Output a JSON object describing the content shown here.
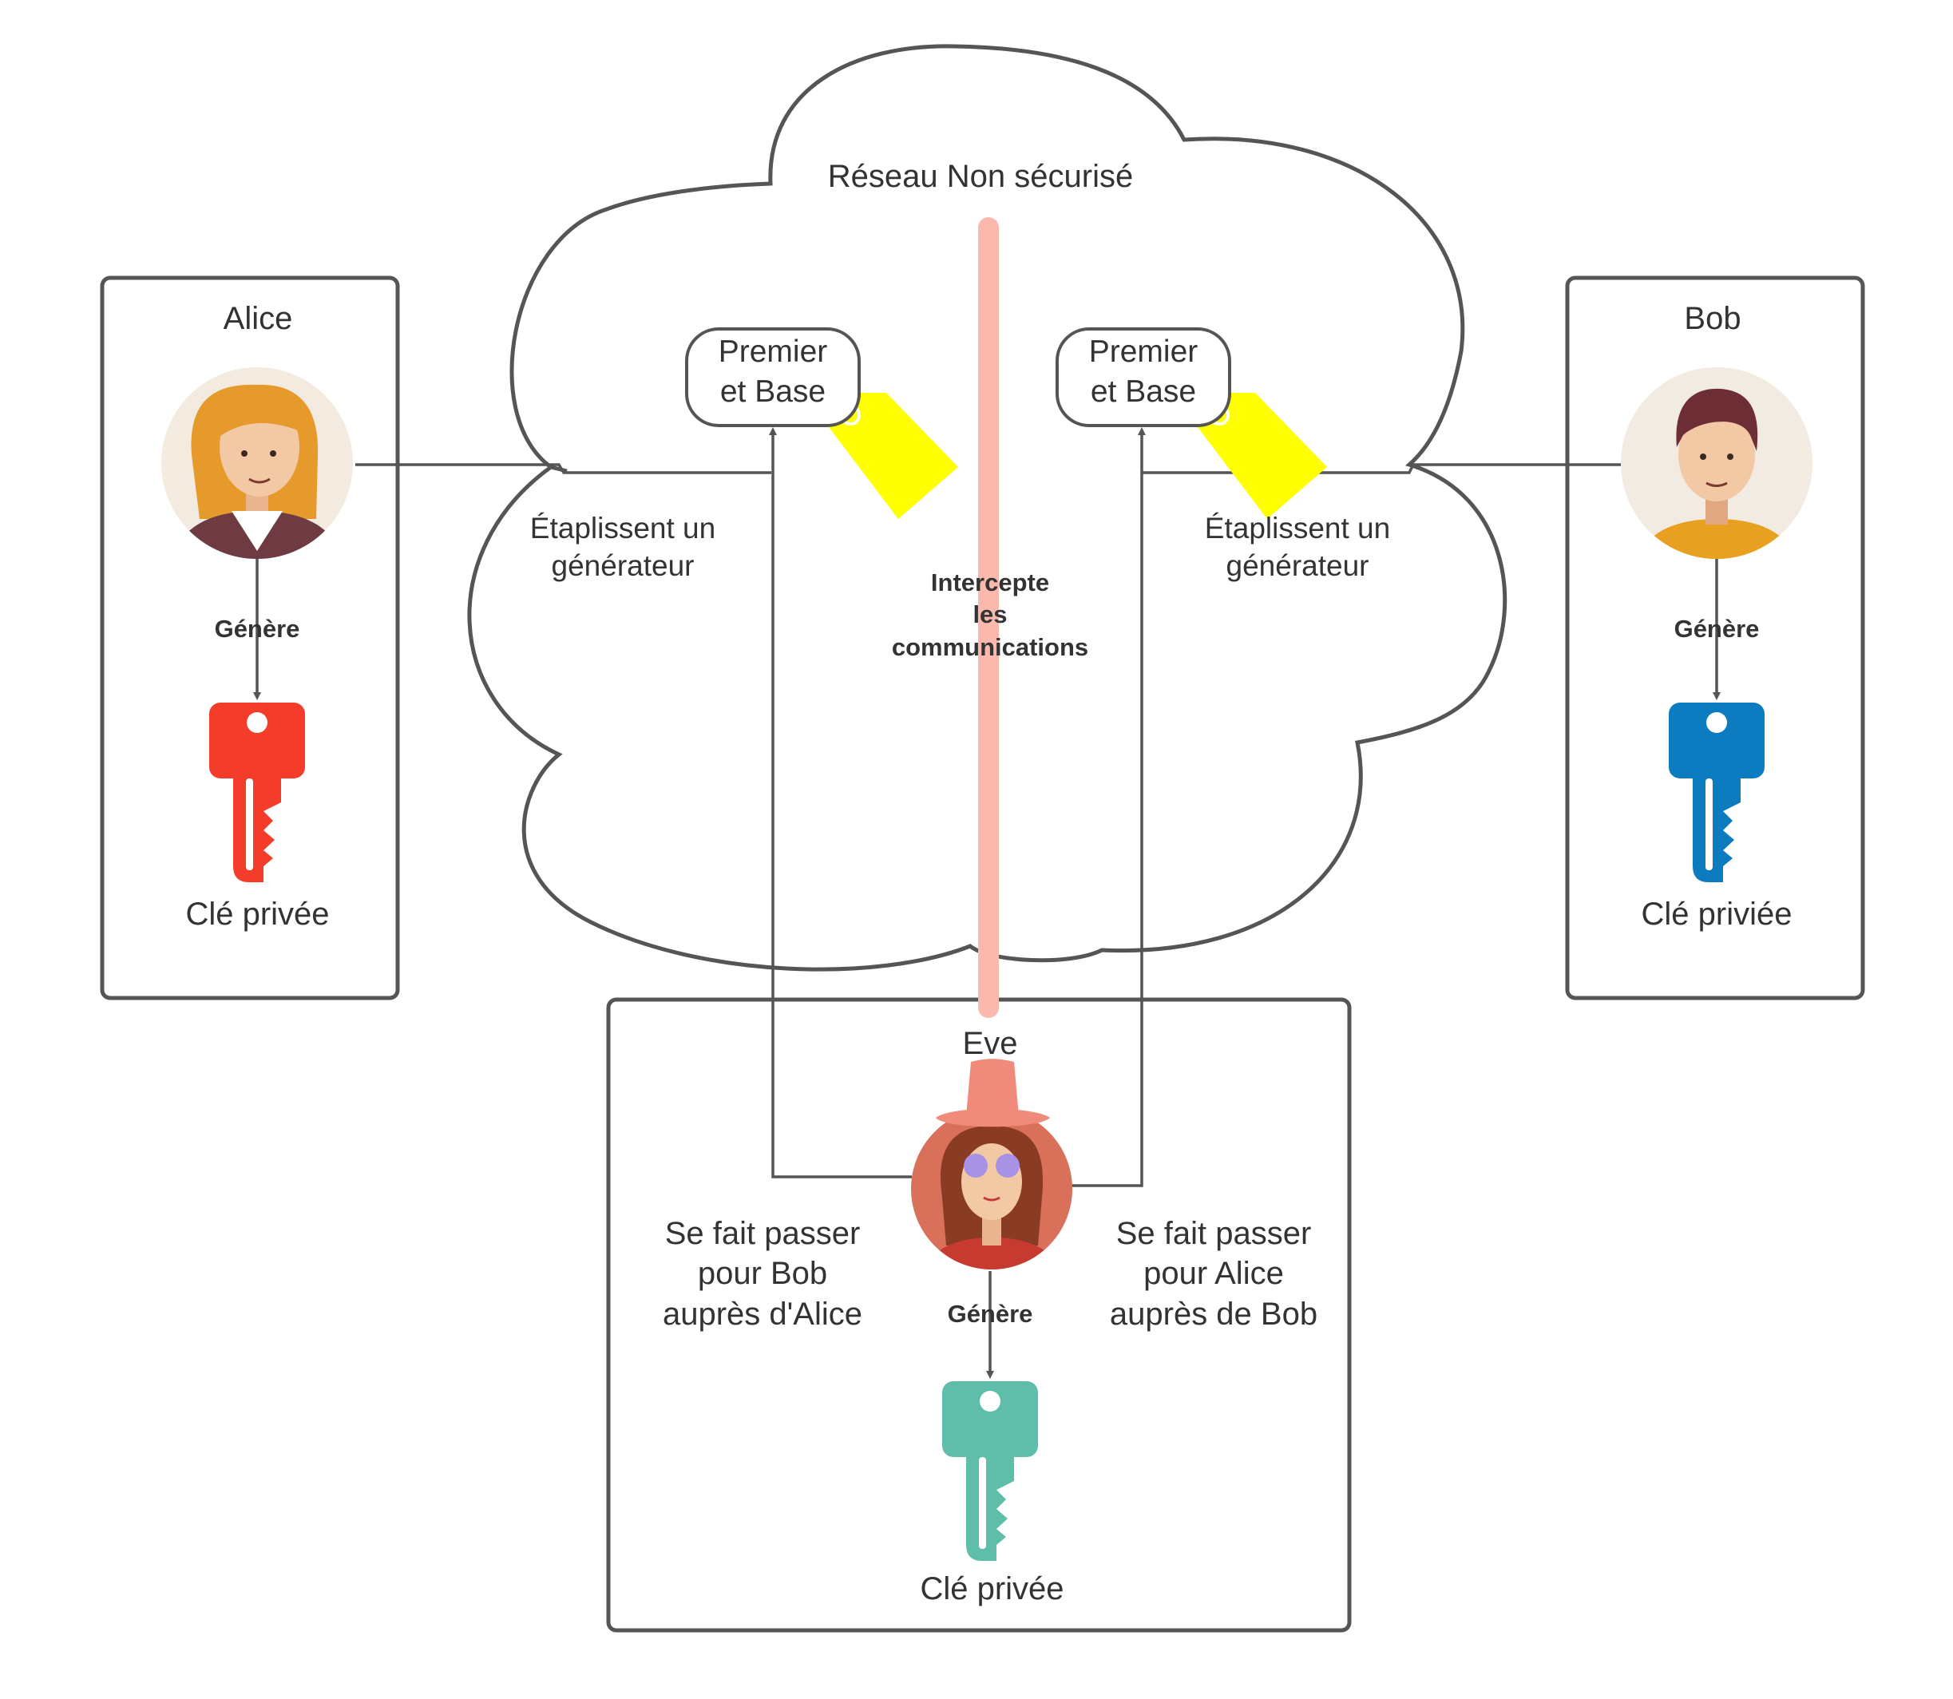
{
  "network": {
    "label": "Réseau Non sécurisé"
  },
  "alice": {
    "title": "Alice",
    "generates": "Génère",
    "key_label": "Clé privée",
    "key_color": "#f33d2a",
    "establish": "Étaplissent un\ngénérateur",
    "params": "Premier\net Base"
  },
  "bob": {
    "title": "Bob",
    "generates": "Génère",
    "key_label": "Clé priviée",
    "key_color": "#0d7bbf",
    "establish": "Étaplissent un\ngénérateur",
    "params": "Premier\net Base"
  },
  "eve": {
    "title": "Eve",
    "generates": "Génère",
    "key_label": "Clé privée",
    "key_color": "#5ebeaa",
    "intercept": "Intercepte\nles\ncommunications",
    "impersonate_bob": "Se fait passer\npour Bob\nauprès d'Alice",
    "impersonate_alice": "Se fait passer\npour Alice\nauprès de Bob"
  },
  "colors": {
    "stroke": "#555555",
    "tag": "#ffff00",
    "intercept_line": "#fbb9ae"
  }
}
